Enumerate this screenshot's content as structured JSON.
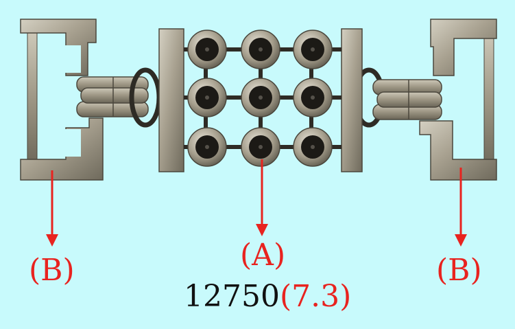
{
  "labels": {
    "left": "(B)",
    "center": "(A)",
    "right": "(B)"
  },
  "caption": {
    "code": "12750",
    "size": "(7.3)"
  },
  "colors": {
    "background": "#c8fafc",
    "arrow": "#e8231f",
    "metal": "#a9a28f"
  },
  "image": {
    "subject": "antique-brass-buckle-with-rhinestone-settings"
  }
}
